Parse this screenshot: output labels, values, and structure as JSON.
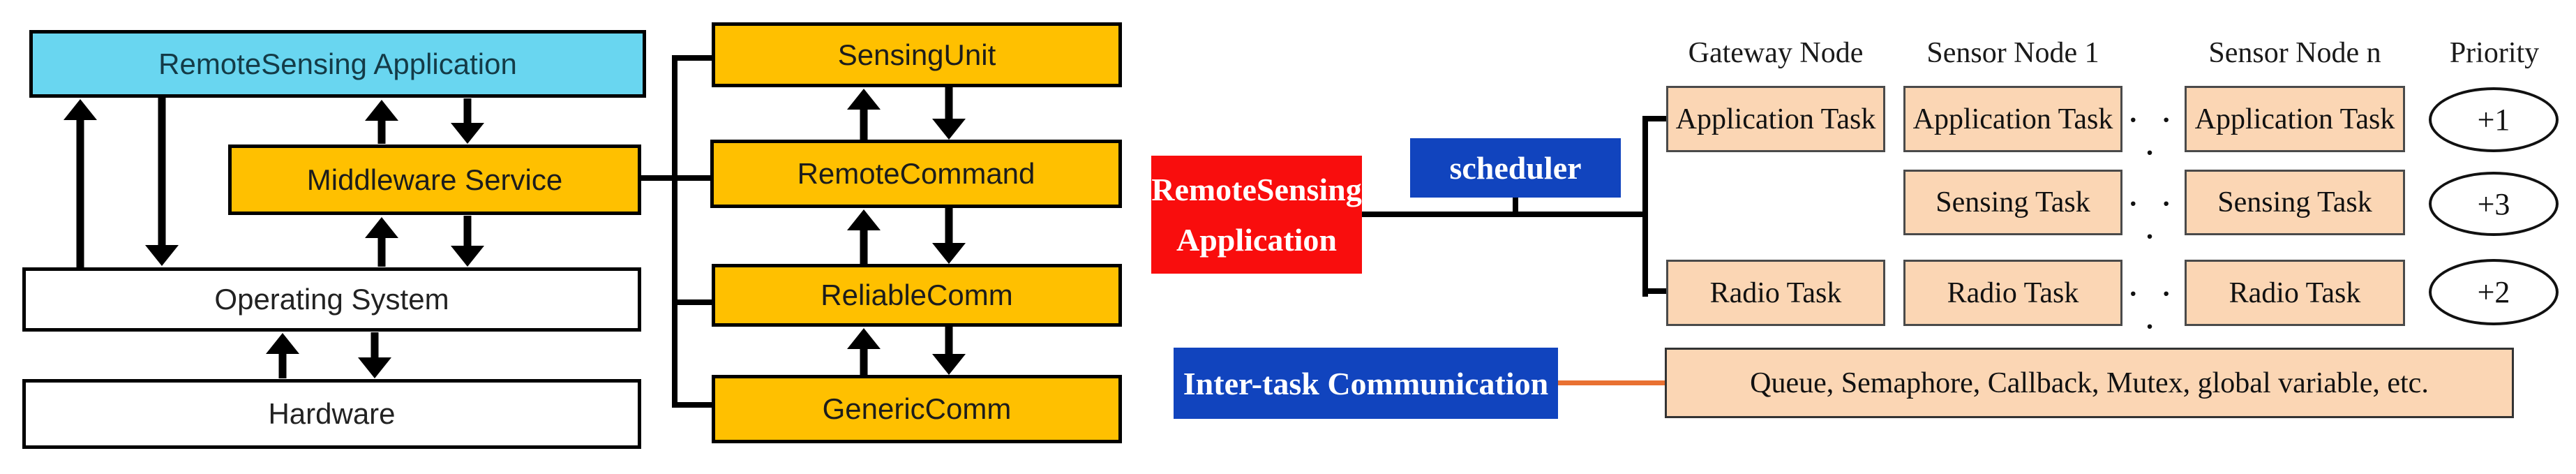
{
  "colors": {
    "cyan": "#69d6f0",
    "orange": "#ffc000",
    "red": "#f90d0d",
    "blue": "#1144be",
    "peach": "#fbd6b4",
    "connector": "#e97132"
  },
  "stack_diagram": {
    "layers": [
      {
        "label": "RemoteSensing Application"
      },
      {
        "label": "Middleware Service"
      },
      {
        "label": "Operating System"
      },
      {
        "label": "Hardware"
      }
    ]
  },
  "component_stack": {
    "boxes": [
      {
        "label": "SensingUnit"
      },
      {
        "label": "RemoteCommand"
      },
      {
        "label": "ReliableComm"
      },
      {
        "label": "GenericComm"
      }
    ]
  },
  "task_diagram": {
    "app_box": {
      "line1": "RemoteSensing",
      "line2": "Application"
    },
    "scheduler_label": "scheduler",
    "column_headers": [
      "Gateway Node",
      "Sensor Node 1",
      "Sensor Node n"
    ],
    "priority_header": "Priority",
    "dots": "· · ·",
    "rows": [
      {
        "label": "Application Task",
        "priority": "+1"
      },
      {
        "label": "Sensing Task",
        "priority": "+3"
      },
      {
        "label": "Radio Task",
        "priority": "+2"
      }
    ],
    "intertask_label": "Inter-task Communication",
    "ipc_box_label": "Queue,  Semaphore, Callback, Mutex, global variable, etc."
  }
}
